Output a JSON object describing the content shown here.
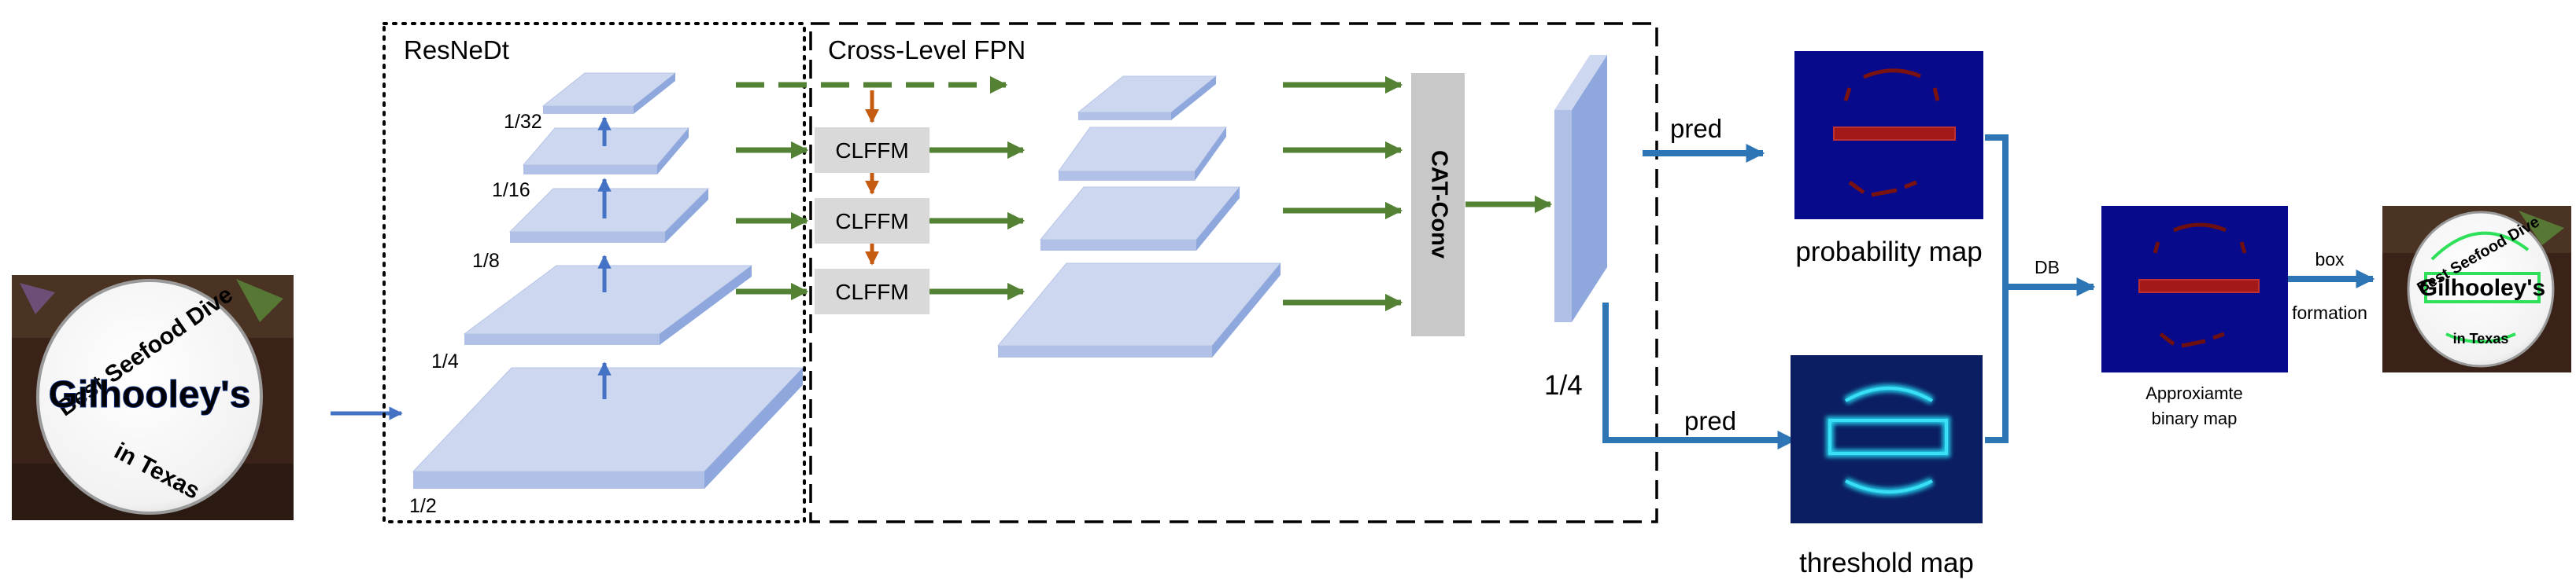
{
  "backbone": {
    "title": "ResNeDt",
    "scales": [
      "1/32",
      "1/16",
      "1/8",
      "1/4",
      "1/2"
    ]
  },
  "fpn": {
    "title": "Cross-Level FPN",
    "modules": [
      "CLFFM",
      "CLFFM",
      "CLFFM"
    ],
    "concat": "CAT-Conv"
  },
  "feature_scale": "1/4",
  "heads": {
    "pred_top": "pred",
    "pred_bottom": "pred",
    "probability_map": "probability map",
    "threshold_map": "threshold map",
    "db": "DB",
    "approx_line1": "Approxiamte",
    "approx_line2": "binary map",
    "box_line1": "box",
    "box_line2": "formation"
  },
  "sign": {
    "top": "Best Seefood Dive",
    "middle": "Gilhooley's",
    "bottom": "in Texas"
  },
  "colors": {
    "layer_top": "#cdd7ef",
    "layer_side": "#8ea7dc",
    "green_arrow": "#548235",
    "blue_arrow": "#4472c4",
    "head_arrow": "#2e75b6",
    "orange_arrow": "#c55a11",
    "map_bg": "#080a8c",
    "catconv": "#c8c8c8",
    "clffm": "#d9d9d9"
  }
}
